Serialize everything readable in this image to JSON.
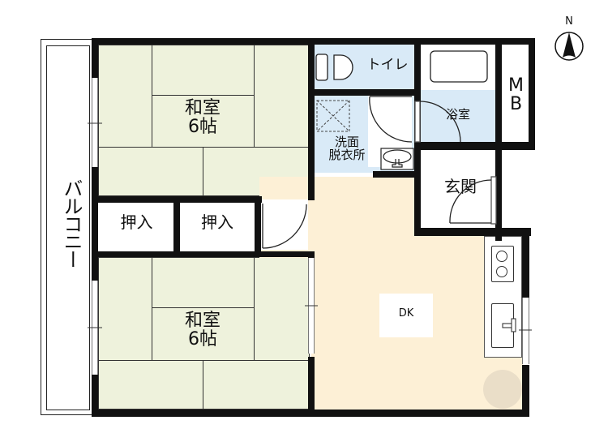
{
  "floorplan": {
    "compass": {
      "label": "N"
    },
    "rooms": {
      "washitsu_top": {
        "name": "和室",
        "size": "6帖"
      },
      "washitsu_bottom": {
        "name": "和室",
        "size": "6帖"
      },
      "oshiire_left": {
        "name": "押入"
      },
      "oshiire_right": {
        "name": "押入"
      },
      "toilet": {
        "name": "トイレ"
      },
      "bath": {
        "name": "浴室"
      },
      "mb": {
        "line1": "M",
        "line2": "B"
      },
      "washroom": {
        "line1": "洗面",
        "line2": "脱衣所"
      },
      "entrance": {
        "name": "玄関"
      },
      "dk": {
        "name": "DK"
      },
      "balcony": {
        "name": "バルコニー"
      }
    },
    "colors": {
      "tatami": "#eef2dc",
      "wet_area": "#d9eaf7",
      "dk_floor": "#fdf0d6",
      "wall": "#111111",
      "closet": "#ffffff"
    }
  }
}
